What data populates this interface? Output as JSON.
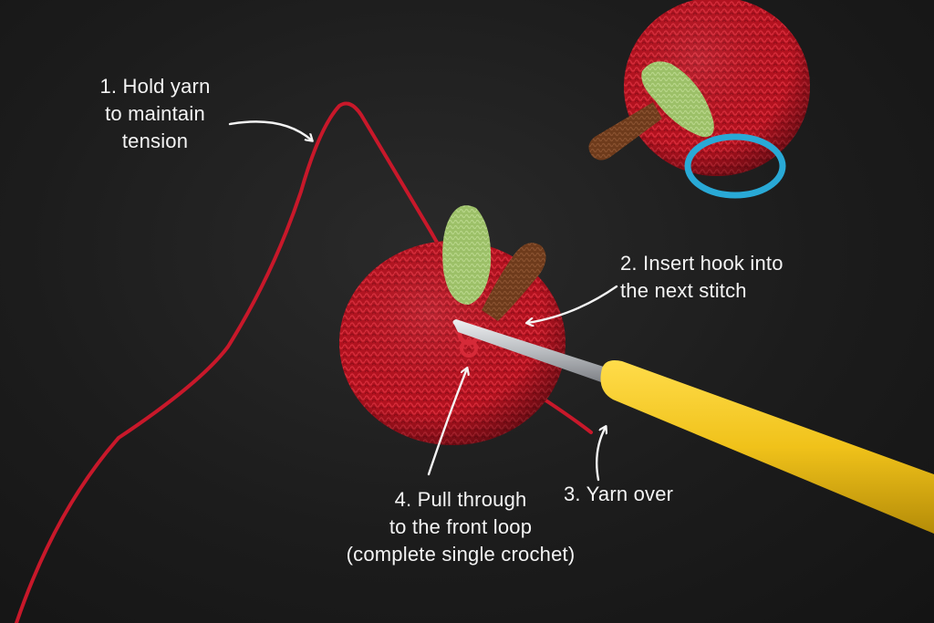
{
  "annotations": {
    "step1": [
      "1. Hold yarn",
      "to maintain",
      "tension"
    ],
    "step2": [
      "2. Insert hook into",
      "the next stitch"
    ],
    "step3": [
      "3. Yarn over"
    ],
    "step4": [
      "4. Pull through",
      "to the front loop",
      "(complete single crochet)"
    ]
  },
  "colors": {
    "background": "#1c1c1c",
    "yarn_red": "#c8182a",
    "leaf_green": "#9cc068",
    "stem_brown": "#6e3b1c",
    "hook_handle_yellow": "#f0c21a",
    "hook_metal": "#b9bcc0",
    "stitch_marker_blue": "#29a9d6",
    "annotation_text": "#f4f4f4"
  },
  "icons": [
    "crocheted-apple",
    "crochet-hook",
    "stitch-marker-ring",
    "arrow"
  ]
}
